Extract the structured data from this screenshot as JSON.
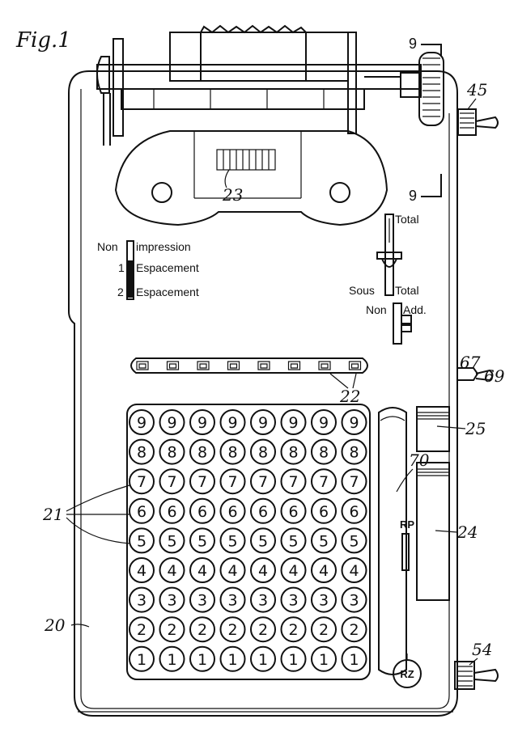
{
  "figure": {
    "title": "Fig.1"
  },
  "selector_left": {
    "labels": [
      {
        "prefix": "Non",
        "text": "impression"
      },
      {
        "prefix": "1",
        "text": "Espacement"
      },
      {
        "prefix": "2",
        "text": "Espacement"
      }
    ]
  },
  "selector_right": {
    "total": "Total",
    "sous_total_prefix": "Sous",
    "sous_total": "Total",
    "non_add_prefix": "Non",
    "non_add": "Add."
  },
  "keyboard": {
    "rows": [
      "9",
      "8",
      "7",
      "6",
      "5",
      "4",
      "3",
      "2",
      "1"
    ],
    "columns": 8
  },
  "buttons": {
    "rp": "RP",
    "rz": "RZ"
  },
  "section_marks": {
    "top": "9",
    "bottom": "9"
  },
  "references": {
    "r20": "20",
    "r21": "21",
    "r22": "22",
    "r23": "23",
    "r24": "24",
    "r25": "25",
    "r45": "45",
    "r54": "54",
    "r67": "67",
    "r69": "69",
    "r70": "70"
  }
}
